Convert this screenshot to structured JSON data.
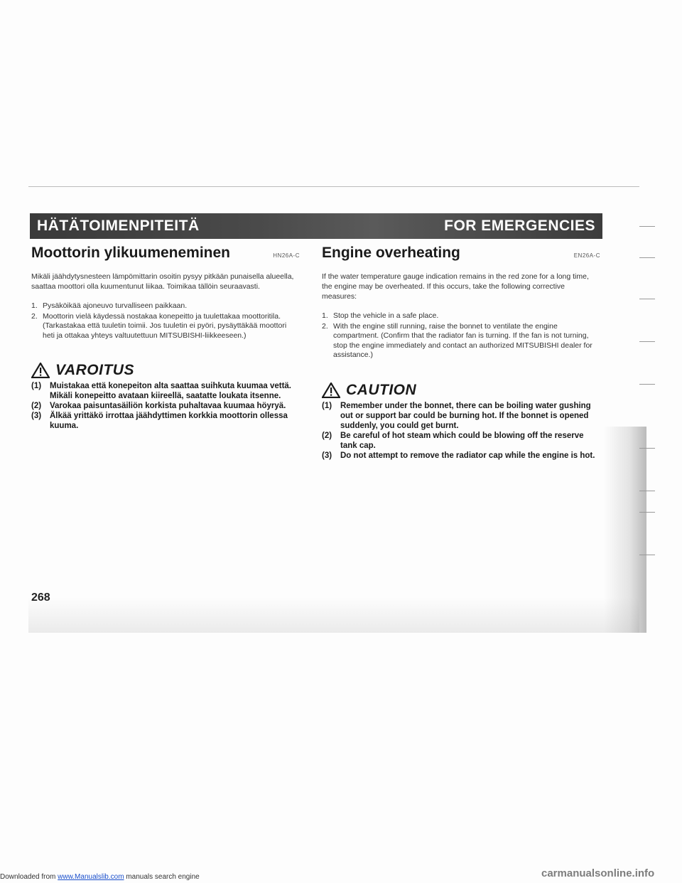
{
  "header": {
    "left_title": "HÄTÄTOIMENPITEITÄ",
    "right_title": "FOR EMERGENCIES"
  },
  "left": {
    "title": "Moottorin ylikuumeneminen",
    "code": "HN26A-C",
    "intro": "Mikäli jäähdytysnesteen lämpömittarin osoitin pysyy pitkään punaisella alueella, saattaa moottori olla kuumentunut liikaa. Toimikaa tällöin seuraavasti.",
    "steps": [
      {
        "num": "1.",
        "text": "Pysäköikää ajoneuvo turvalliseen paikkaan."
      },
      {
        "num": "2.",
        "text": "Moottorin vielä käydessä nostakaa konepeitto ja tuulettakaa moottoritila. (Tarkastakaa että tuuletin toimii. Jos tuuletin ei pyöri, pysäyttäkää moottori heti ja ottakaa yhteys valtuutettuun MITSUBISHI-liikkeeseen.)"
      }
    ],
    "caution_title": "VAROITUS",
    "cautions": [
      {
        "num": "(1)",
        "text": "Muistakaa että konepeiton alta saattaa suihkuta kuumaa vettä. Mikäli konepeitto avataan kiireellä, saatatte loukata itsenne."
      },
      {
        "num": "(2)",
        "text": "Varokaa paisuntasäiliön korkista puhaltavaa kuumaa höyryä."
      },
      {
        "num": "(3)",
        "text": "Älkää yrittäkö irrottaa jäähdyttimen korkkia moottorin ollessa kuuma."
      }
    ]
  },
  "right": {
    "title": "Engine overheating",
    "code": "EN26A-C",
    "intro": "If the water temperature gauge indication remains in the red zone for a long time, the engine may be overheated. If this occurs, take the following corrective measures:",
    "steps": [
      {
        "num": "1.",
        "text": "Stop the vehicle in a safe place."
      },
      {
        "num": "2.",
        "text": "With the engine still running, raise the bonnet to ventilate the engine compartment. (Confirm that the radiator fan is turning. If the fan is not turning, stop the engine immediately and contact an authorized MITSUBISHI dealer for assistance.)"
      }
    ],
    "caution_title": "CAUTION",
    "cautions": [
      {
        "num": "(1)",
        "text": "Remember under the bonnet, there can be boiling water gushing out or support bar could be burning hot. If the bonnet is opened suddenly, you could get burnt."
      },
      {
        "num": "(2)",
        "text": "Be careful of hot steam which could be blowing off the reserve tank cap."
      },
      {
        "num": "(3)",
        "text": "Do not attempt to remove the radiator cap while the engine is hot."
      }
    ]
  },
  "page_number": "268",
  "footer": {
    "prefix": "Downloaded from ",
    "link_text": "www.Manualslib.com",
    "suffix": " manuals search engine",
    "watermark": "carmanualsonline.info"
  }
}
